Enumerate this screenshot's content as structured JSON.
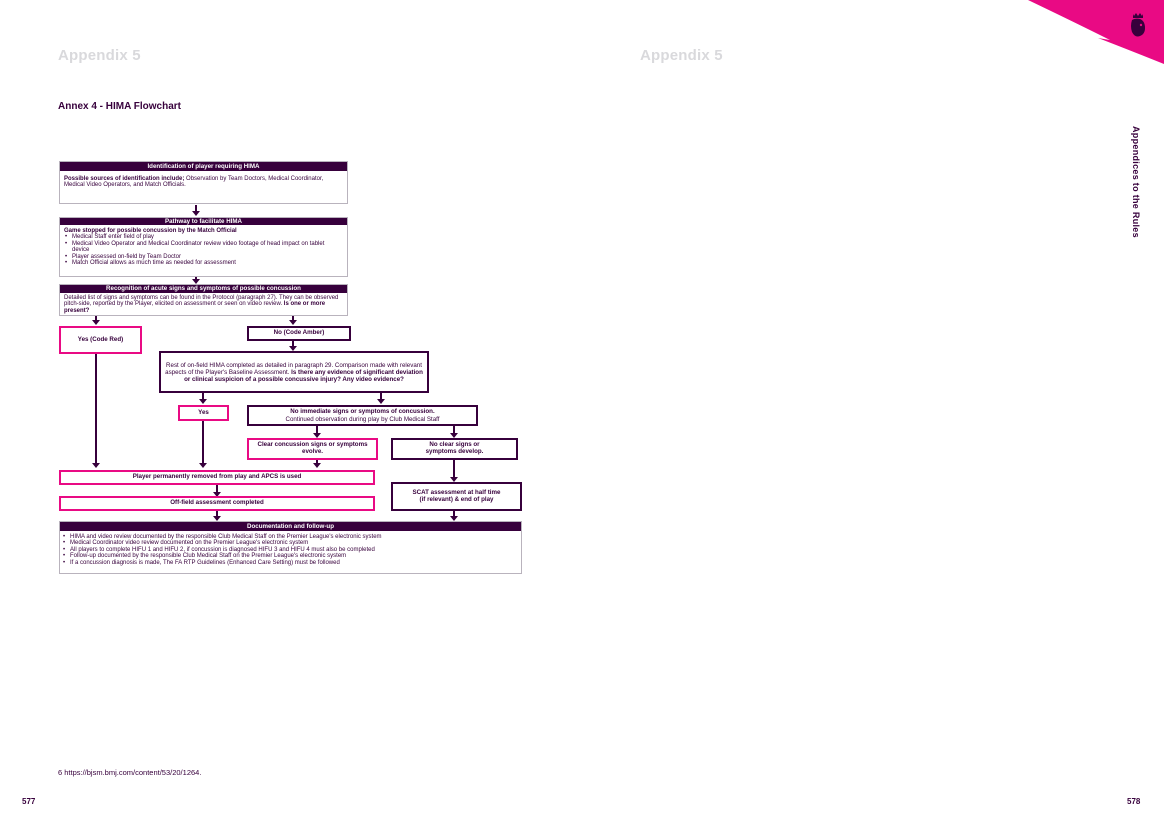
{
  "header": {
    "left_appendix": "Appendix 5",
    "right_appendix": "Appendix 5",
    "annex_title": "Annex 4 - HIMA Flowchart",
    "side_label": "Appendices to the Rules",
    "logo_icon": "premier-league-lion-icon",
    "brand_colors": {
      "pink": "#e90a84",
      "purple": "#37003c"
    }
  },
  "flowchart": {
    "identification": {
      "title": "Identification of player requiring HIMA",
      "lead": "Possible sources of identification include;",
      "text": " Observation by Team Doctors, Medical Coordinator, Medical Video Operators, and Match Officials."
    },
    "pathway": {
      "title": "Pathway to facilitate HIMA",
      "lead": "Game stopped for possible concussion by the Match Official",
      "items": [
        "Medical Staff enter field of play",
        "Medical Video Operator and Medical Coordinator review video footage of head impact on tablet device",
        "Player assessed on-field by Team Doctor",
        "Match Official allows as much time as needed for assessment"
      ]
    },
    "recognition": {
      "title": "Recognition of acute signs and symptoms of possible concussion",
      "text": "Detailed list of signs and symptoms can be found in the Protocol (paragraph 27). They can be observed pitch-side, reported by the Player, elicited on assessment or seen on video review. ",
      "question": "Is one or more present?"
    },
    "yes_code_red": "Yes (Code Red)",
    "no_code_amber": "No (Code Amber)",
    "rest_of_hima": {
      "text": "Rest of on-field HIMA completed as detailed in paragraph 29. Comparison made with relevant aspects of the Player's Baseline Assessment. ",
      "question": "Is there any evidence of significant deviation or clinical suspicion of a possible concussive injury? Any video evidence?"
    },
    "yes": "Yes",
    "no_immediate": {
      "line1": "No immediate signs or symptoms of concussion.",
      "line2": "Continued observation during play by Club Medical Staff"
    },
    "clear_signs": "Clear concussion signs or symptoms evolve.",
    "no_clear_signs": "No clear signs or symptoms develop.",
    "removed": "Player permanently removed from play and APCS is used",
    "off_field": "Off-field assessment completed",
    "scat": "SCAT assessment at half time (if relevant) & end of play",
    "documentation": {
      "title": "Documentation and follow-up",
      "items": [
        "HIMA and video review documented by the responsible Club Medical Staff on the Premier League's electronic system",
        "Medical Coordinator video review documented on the Premier League's electronic system",
        "All players to complete HIFU 1 and HIFU 2, if concussion is diagnosed HIFU 3 and HIFU 4 must also be completed",
        "Follow-up documented by the responsible Club Medical Staff on the Premier League's electronic system",
        "If a concussion diagnosis is made, The FA RTP Guidelines (Enhanced Care Setting) must be followed"
      ]
    }
  },
  "footer": {
    "footnote": "6 https://bjsm.bmj.com/content/53/20/1264.",
    "left_page": "577",
    "right_page": "578"
  }
}
